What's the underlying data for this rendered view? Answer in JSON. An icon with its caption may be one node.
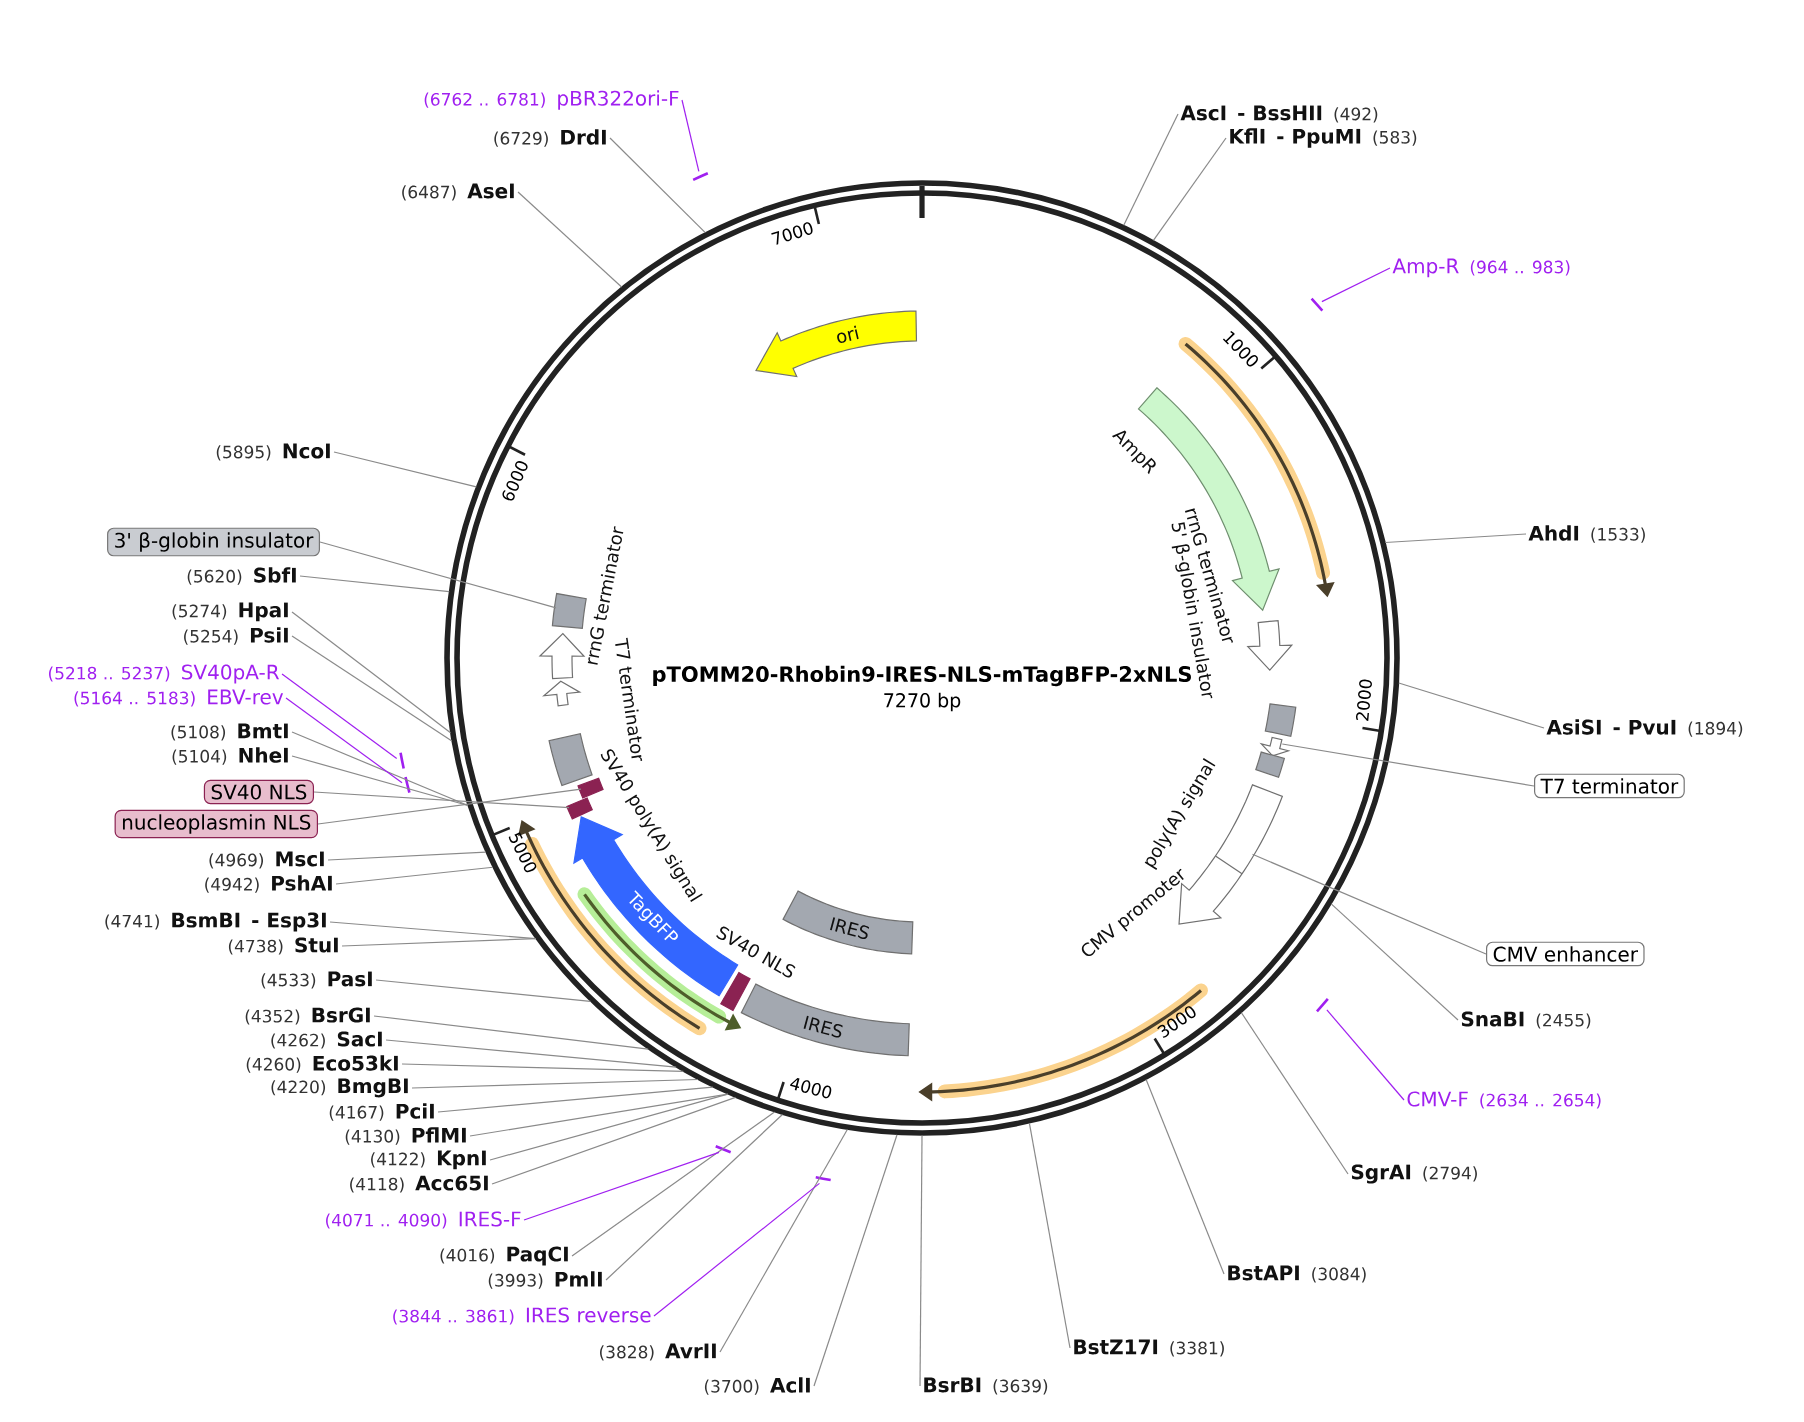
{
  "diagram": {
    "title": "pTOMM20-Rhobin9-IRES-NLS-mTagBFP-2xNLS",
    "nodes": [
      {
        "text": [
          "(6762 .. 6781)",
          "pBR322ori-F"
        ]
      },
      {
        "text": [
          "(6729)",
          "DrdI"
        ]
      },
      {
        "text": [
          "(6487)",
          "AseI"
        ]
      },
      {
        "text": [
          "AscI",
          "- BssHII",
          "(492)"
        ]
      },
      {
        "text": [
          "KflI",
          "- PpuMI",
          "(583)"
        ]
      },
      {
        "text": [
          "Amp-R",
          "(964 .. 983)"
        ]
      },
      {
        "text": [
          "AhdI",
          "(1533)"
        ]
      },
      {
        "text": [
          "AsiSI",
          "- PvuI",
          "(1894)"
        ]
      },
      {
        "text": [
          "T7 terminator"
        ]
      },
      {
        "text": [
          "CMV enhancer"
        ]
      },
      {
        "text": [
          "SnaBI",
          "(2455)"
        ]
      },
      {
        "text": [
          "CMV-F",
          "(2634 .. 2654)"
        ]
      },
      {
        "text": [
          "SgrAI",
          "(2794)"
        ]
      },
      {
        "text": [
          "BstAPI",
          "(3084)"
        ]
      },
      {
        "text": [
          "BstZ17I",
          "(3381)"
        ]
      },
      {
        "text": [
          "BsrBI",
          "(3639)"
        ]
      },
      {
        "text": [
          "(3700)",
          "AclI"
        ]
      },
      {
        "text": [
          "(3828)",
          "AvrII"
        ]
      },
      {
        "text": [
          "(3844 .. 3861)",
          "IRES reverse"
        ]
      },
      {
        "text": [
          "(3993)",
          "PmlI"
        ]
      },
      {
        "text": [
          "(4016)",
          "PaqCI"
        ]
      },
      {
        "text": [
          "(4071 .. 4090)",
          "IRES-F"
        ]
      },
      {
        "text": [
          "(4118)",
          "Acc65I"
        ]
      },
      {
        "text": [
          "(4122)",
          "KpnI"
        ]
      },
      {
        "text": [
          "(4130)",
          "PflMI"
        ]
      },
      {
        "text": [
          "(4167)",
          "PciI"
        ]
      },
      {
        "text": [
          "(4220)",
          "BmgBI"
        ]
      },
      {
        "text": [
          "(4260)",
          "Eco53kI"
        ]
      },
      {
        "text": [
          "(4262)",
          "SacI"
        ]
      },
      {
        "text": [
          "(4352)",
          "BsrGI"
        ]
      },
      {
        "text": [
          "(4533)",
          "PasI"
        ]
      },
      {
        "text": [
          "(4738)",
          "StuI"
        ]
      },
      {
        "text": [
          "(4741)",
          "BsmBI",
          "- Esp3I"
        ]
      },
      {
        "text": [
          "(4942)",
          "PshAI"
        ]
      },
      {
        "text": [
          "(4969)",
          "MscI"
        ]
      },
      {
        "text": [
          "nucleoplasmin NLS"
        ]
      },
      {
        "text": [
          "SV40 NLS"
        ]
      },
      {
        "text": [
          "(5104)",
          "NheI"
        ]
      },
      {
        "text": [
          "(5108)",
          "BmtI"
        ]
      },
      {
        "text": [
          "(5164 .. 5183)",
          "EBV-rev"
        ]
      },
      {
        "text": [
          "(5218 .. 5237)",
          "SV40pA-R"
        ]
      },
      {
        "text": [
          "(5254)",
          "PsiI"
        ]
      },
      {
        "text": [
          "(5274)",
          "HpaI"
        ]
      },
      {
        "text": [
          "(5620)",
          "SbfI"
        ]
      },
      {
        "text": [
          "3' β-globin insulator"
        ]
      },
      {
        "text": [
          "(5895)",
          "NcoI"
        ]
      },
      {
        "text": [
          "ori"
        ],
        "in": 70
      },
      {
        "text": [
          "AmpR"
        ],
        "in": 70
      },
      {
        "text": [
          "rrnG terminator"
        ],
        "in": 70
      },
      {
        "text": [
          "5' β-globin insulator"
        ],
        "in": 70
      },
      {
        "text": [],
        "shape": "arrow",
        "in": 70
      },
      {
        "text": [
          "poly(A) signal"
        ],
        "in": 70
      },
      {
        "text": [
          "CMV promoter"
        ],
        "in": 70
      },
      {
        "text": [
          "IRES"
        ],
        "in": 70
      },
      {
        "text": [
          "IRES"
        ],
        "in": 70
      },
      {
        "text": [
          "SV40 NLS"
        ],
        "in": 70
      },
      {
        "text": [
          "TagBFP"
        ],
        "in": 70
      },
      {
        "text": [],
        "shape": "box",
        "in": 70
      },
      {
        "text": [],
        "shape": "box",
        "in": 70
      },
      {
        "text": [
          "SV40 poly(A) signal"
        ],
        "in": 70
      },
      {
        "text": [
          "T7 terminator"
        ],
        "in": 70
      },
      {
        "text": [
          "rrnG terminator"
        ],
        "in": 70
      },
      {
        "text": [],
        "shape": "box",
        "in": 70
      },
      {
        "text": [],
        "shape": "bar"
      },
      {
        "text": [],
        "shape": "bar"
      },
      {
        "text": [],
        "shape": "bar"
      },
      {
        "text": [],
        "shape": "bar"
      },
      {
        "text": [],
        "shape": "bar"
      },
      {
        "text": [],
        "shape": "bar"
      },
      {
        "text": [],
        "shape": "bar"
      },
      {
        "text": [],
        "shape": "circle"
      }
    ],
    "edges": [
      {
        "from": 0,
        "to": 63,
        "arrow": "none",
        "color": "#a020f0"
      },
      {
        "from": 1,
        "to": 70,
        "arrow": "none"
      },
      {
        "from": 2,
        "to": 70,
        "arrow": "none"
      },
      {
        "from": 3,
        "to": 70,
        "arrow": "none"
      },
      {
        "from": 4,
        "to": 70,
        "arrow": "none"
      },
      {
        "from": 5,
        "to": 64,
        "arrow": "none",
        "color": "#a020f0"
      },
      {
        "from": 6,
        "to": 70,
        "arrow": "none"
      },
      {
        "from": 7,
        "to": 70,
        "arrow": "none"
      },
      {
        "from": 8,
        "to": 50,
        "arrow": "none"
      },
      {
        "from": 9,
        "to": 52,
        "arrow": "none"
      },
      {
        "from": 10,
        "to": 70,
        "arrow": "none"
      },
      {
        "from": 11,
        "to": 65,
        "arrow": "none",
        "color": "#a020f0"
      },
      {
        "from": 12,
        "to": 70,
        "arrow": "none"
      },
      {
        "from": 13,
        "to": 70,
        "arrow": "none"
      },
      {
        "from": 14,
        "to": 70,
        "arrow": "none"
      },
      {
        "from": 15,
        "to": 70,
        "arrow": "none"
      },
      {
        "from": 16,
        "to": 70,
        "arrow": "none"
      },
      {
        "from": 17,
        "to": 70,
        "arrow": "none"
      },
      {
        "from": 18,
        "to": 66,
        "arrow": "none",
        "color": "#a020f0"
      },
      {
        "from": 19,
        "to": 70,
        "arrow": "none"
      },
      {
        "from": 20,
        "to": 70,
        "arrow": "none"
      },
      {
        "from": 21,
        "to": 67,
        "arrow": "none",
        "color": "#a020f0"
      },
      {
        "from": 22,
        "to": 70,
        "arrow": "none"
      },
      {
        "from": 23,
        "to": 70,
        "arrow": "none"
      },
      {
        "from": 24,
        "to": 70,
        "arrow": "none"
      },
      {
        "from": 25,
        "to": 70,
        "arrow": "none"
      },
      {
        "from": 26,
        "to": 70,
        "arrow": "none"
      },
      {
        "from": 27,
        "to": 70,
        "arrow": "none"
      },
      {
        "from": 28,
        "to": 70,
        "arrow": "none"
      },
      {
        "from": 29,
        "to": 70,
        "arrow": "none"
      },
      {
        "from": 30,
        "to": 70,
        "arrow": "none"
      },
      {
        "from": 31,
        "to": 70,
        "arrow": "none"
      },
      {
        "from": 32,
        "to": 70,
        "arrow": "none"
      },
      {
        "from": 33,
        "to": 70,
        "arrow": "none"
      },
      {
        "from": 34,
        "to": 70,
        "arrow": "none"
      },
      {
        "from": 35,
        "to": 57,
        "arrow": "none"
      },
      {
        "from": 36,
        "to": 58,
        "arrow": "none"
      },
      {
        "from": 37,
        "to": 70,
        "arrow": "none"
      },
      {
        "from": 38,
        "to": 70,
        "arrow": "none"
      },
      {
        "from": 39,
        "to": 68,
        "arrow": "none",
        "color": "#a020f0"
      },
      {
        "from": 40,
        "to": 69,
        "arrow": "none",
        "color": "#a020f0"
      },
      {
        "from": 41,
        "to": 70,
        "arrow": "none"
      },
      {
        "from": 42,
        "to": 70,
        "arrow": "none"
      },
      {
        "from": 43,
        "to": 70,
        "arrow": "none"
      },
      {
        "from": 44,
        "to": 62,
        "arrow": "none"
      },
      {
        "from": 45,
        "to": 70,
        "arrow": "none"
      }
    ],
    "labels": [
      "7270 bp",
      "7000",
      "1000",
      "2000",
      "3000",
      "4000",
      "5000",
      "6000"
    ]
  }
}
